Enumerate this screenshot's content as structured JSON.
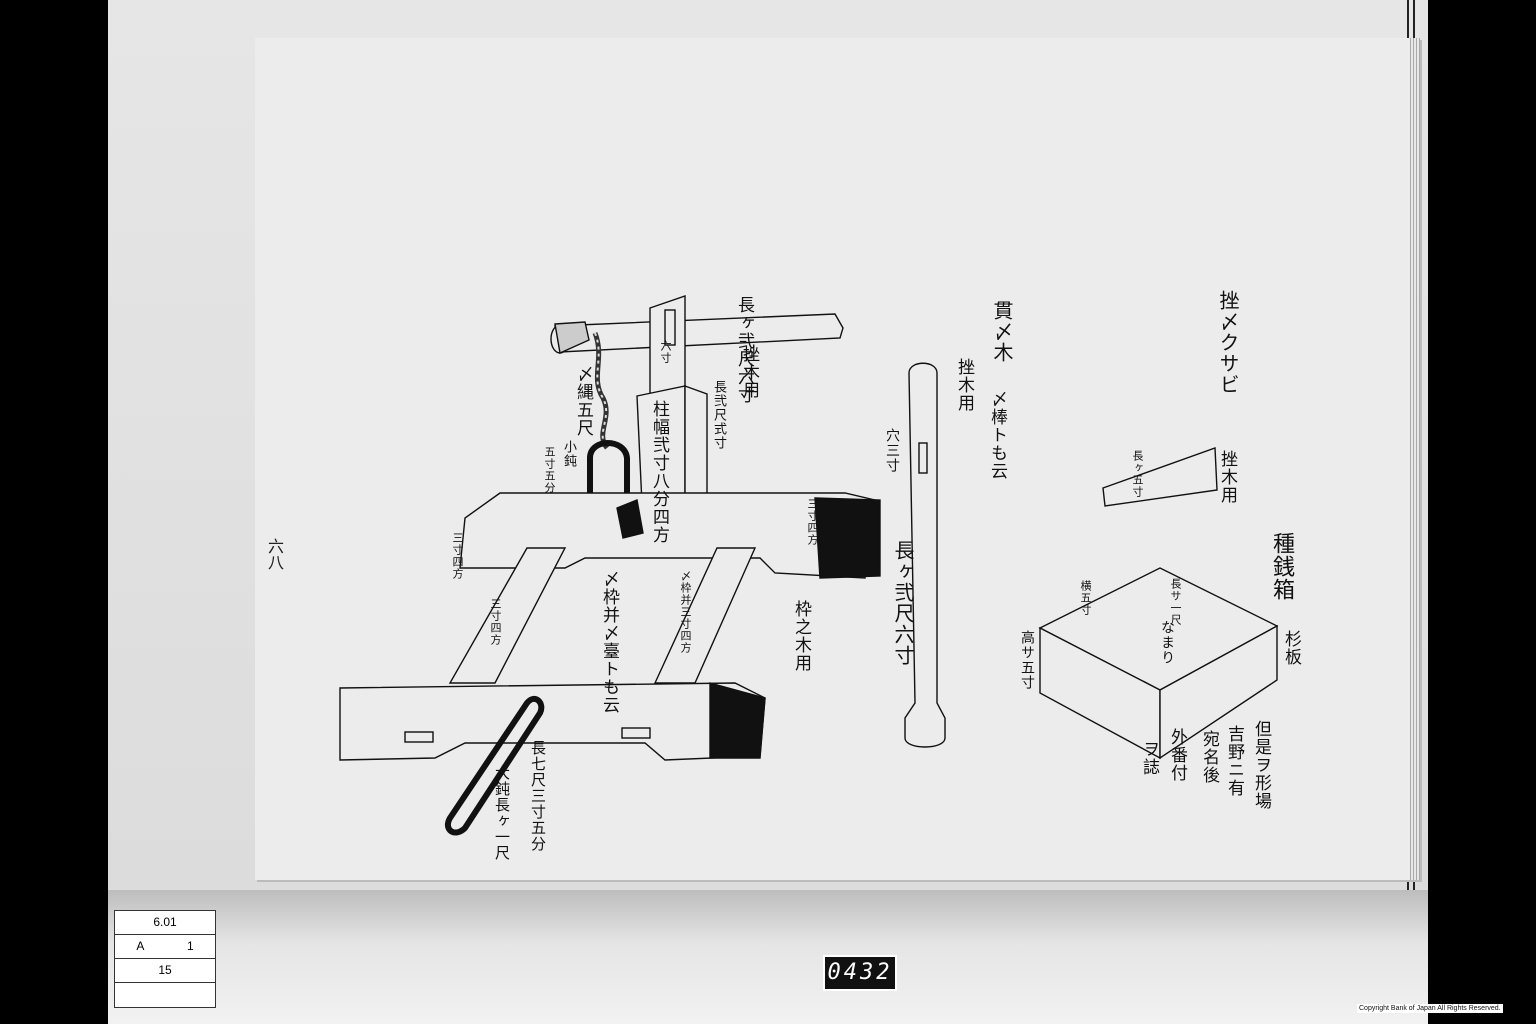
{
  "page_number": "六八",
  "labels": {
    "kazari_length": "長ヶ弐尺六寸",
    "ashibo_bou": "挫木用",
    "rope": "〆縄五尺",
    "small_ring": "小鈍",
    "small_ring_size": "五寸五分",
    "pillar_hole": "六寸",
    "pillar_height": "長弐尺式寸",
    "pillar_width": "柱幅弐寸八分四方",
    "beam_side": "三寸四方",
    "beam_left": "三寸四方",
    "frame_side1": "三寸四方",
    "frame_center": "〆枠并〆臺トも云",
    "frame_side2": "〆枠并三寸四方",
    "frame_wood": "枠之木用",
    "base_length": "長七尺三寸五分",
    "large_ring": "大鈍長ヶ一尺",
    "nuki_title": "貫〆木",
    "nuki_wood": "挫木用",
    "nuki_alias": "〆棒トも云",
    "nuki_hole": "穴三寸",
    "nuki_length": "長ヶ弐尺六寸",
    "wedge_title": "挫〆クサビ",
    "wedge_length": "長ヶ五寸",
    "wedge_wood": "挫木用",
    "box_title": "種銭箱",
    "box_length": "長サ一尺",
    "box_width": "横五寸",
    "box_height": "高サ五寸",
    "box_note": "なまり",
    "box_board": "杉板",
    "note1": "但是ヲ形場",
    "note2": "吉野ニ有",
    "note3": "宛名後",
    "note4": "外番付",
    "note5": "ヲ誌"
  },
  "archive_label": {
    "row1": "6.01",
    "row2a": "A",
    "row2b": "1",
    "row3": "15"
  },
  "frame_counter": "0432",
  "copyright": "Copyright Bank of Japan All Rights Reserved."
}
